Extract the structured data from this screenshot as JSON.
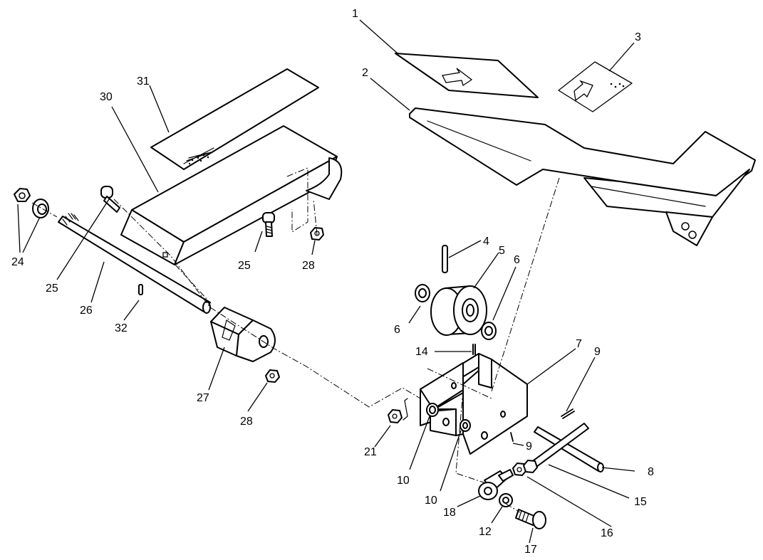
{
  "diagram": {
    "callouts": [
      {
        "id": "c1",
        "text": "1"
      },
      {
        "id": "c2",
        "text": "2"
      },
      {
        "id": "c3",
        "text": "3"
      },
      {
        "id": "c4",
        "text": "4"
      },
      {
        "id": "c5",
        "text": "5"
      },
      {
        "id": "c6a",
        "text": "6"
      },
      {
        "id": "c6b",
        "text": "6"
      },
      {
        "id": "c7",
        "text": "7"
      },
      {
        "id": "c8",
        "text": "8"
      },
      {
        "id": "c9a",
        "text": "9"
      },
      {
        "id": "c9b",
        "text": "9"
      },
      {
        "id": "c10a",
        "text": "10"
      },
      {
        "id": "c10b",
        "text": "10"
      },
      {
        "id": "c12",
        "text": "12"
      },
      {
        "id": "c14",
        "text": "14"
      },
      {
        "id": "c15",
        "text": "15"
      },
      {
        "id": "c16",
        "text": "16"
      },
      {
        "id": "c17",
        "text": "17"
      },
      {
        "id": "c18",
        "text": "18"
      },
      {
        "id": "c21",
        "text": "21"
      },
      {
        "id": "c24",
        "text": "24"
      },
      {
        "id": "c25a",
        "text": "25"
      },
      {
        "id": "c25b",
        "text": "25"
      },
      {
        "id": "c26",
        "text": "26"
      },
      {
        "id": "c27",
        "text": "27"
      },
      {
        "id": "c28a",
        "text": "28"
      },
      {
        "id": "c28b",
        "text": "28"
      },
      {
        "id": "c30",
        "text": "30"
      },
      {
        "id": "c31",
        "text": "31"
      },
      {
        "id": "c32",
        "text": "32"
      }
    ]
  }
}
